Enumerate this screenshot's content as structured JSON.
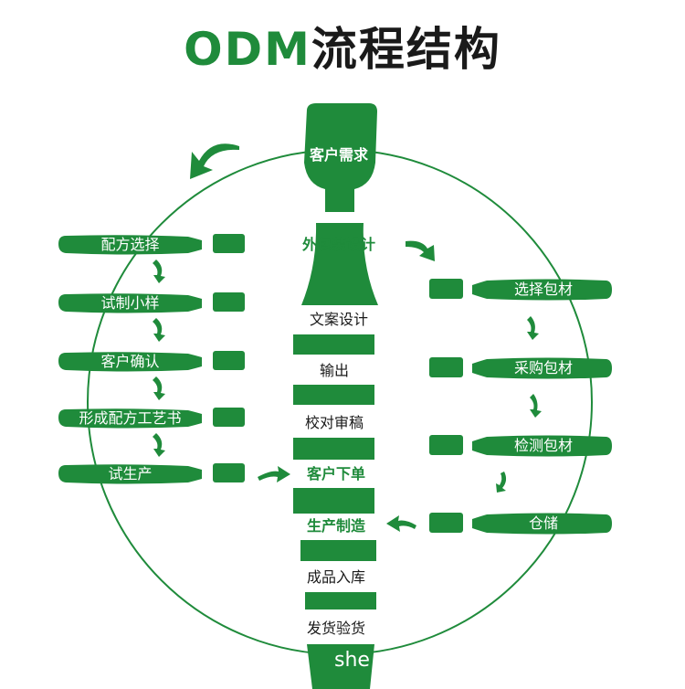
{
  "title": {
    "latin": "ODM",
    "chinese": "流程结构"
  },
  "center_steps": [
    "客户需求",
    "外包装设计",
    "文案设计",
    "输出",
    "校对审稿",
    "客户下单",
    "生产制造",
    "成品入库",
    "发货验货"
  ],
  "left_steps": [
    "配方选择",
    "试制小样",
    "客户确认",
    "形成配方工艺书",
    "试生产"
  ],
  "right_steps": [
    "选择包材",
    "采购包材",
    "检测包材",
    "仓储"
  ],
  "watermark": "she",
  "colors": {
    "green": "#1f8b3b",
    "text_dark": "#1a1a1a",
    "background": "#ffffff"
  }
}
